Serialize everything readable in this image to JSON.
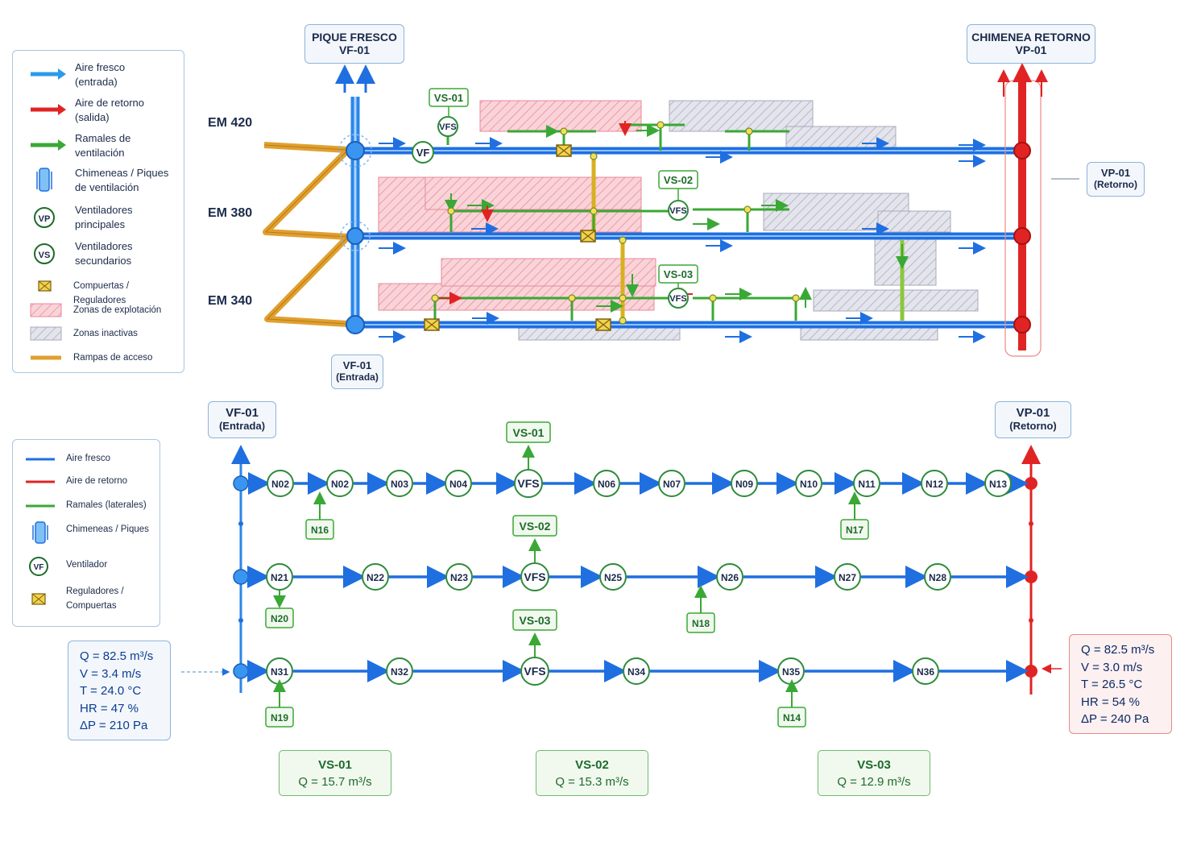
{
  "top_diagram": {
    "intake_label": {
      "line1": "PIQUE FRESCO",
      "line2": "VF-01"
    },
    "exhaust_label": {
      "line1": "CHIMENEA RETORNO",
      "line2": "VP-01"
    },
    "levels": [
      "EM 420",
      "EM 380",
      "EM 340"
    ],
    "fan_labels": {
      "vs01": "VS-01",
      "vs02": "VS-02",
      "vs03": "VS-03",
      "vfs": "VFS",
      "vf": "VF"
    },
    "vp_side": {
      "line1": "VP-01",
      "line2": "(Retorno)"
    },
    "vf_bottom": {
      "line1": "VF-01",
      "line2": "(Entrada)"
    },
    "legend": [
      {
        "icon": "arrow-blue-icon",
        "text": "Aire fresco\n(entrada)"
      },
      {
        "icon": "arrow-red-icon",
        "text": "Aire de retorno\n(salida)"
      },
      {
        "icon": "arrow-green-icon",
        "text": "Ramales de\nventilación"
      },
      {
        "icon": "shaft-icon",
        "text": "Chimeneas / Piques\nde ventilación"
      },
      {
        "icon": "vp-fan-icon",
        "icon_text": "VP",
        "text": "Ventiladores\nprincipales"
      },
      {
        "icon": "vs-fan-icon",
        "icon_text": "VS",
        "text": "Ventiladores\nsecundarios"
      },
      {
        "icon": "damper-icon",
        "text": "Compuertas / Reguladores"
      },
      {
        "icon": "exploitation-zone-icon",
        "text": "Zonas de explotación"
      },
      {
        "icon": "inactive-zone-icon",
        "text": "Zonas inactivas"
      },
      {
        "icon": "ramp-icon",
        "text": "Rampas de acceso"
      }
    ]
  },
  "network": {
    "vf_box": {
      "line1": "VF-01",
      "line2": "(Entrada)"
    },
    "vp_box": {
      "line1": "VP-01",
      "line2": "(Retorno)"
    },
    "rows": [
      {
        "nodes": [
          "N02",
          "N02",
          "N03",
          "N04",
          "VFS",
          "N06",
          "N07",
          "N09",
          "N10",
          "N11",
          "N12",
          "N13"
        ],
        "fan": "VS-01",
        "branches": [
          "N16",
          "N17"
        ]
      },
      {
        "nodes": [
          "N21",
          "N22",
          "N23",
          "VFS",
          "N25",
          "N26",
          "N27",
          "N28"
        ],
        "fan": "VS-02",
        "branches": [
          "N20",
          "N18"
        ]
      },
      {
        "nodes": [
          "N31",
          "N32",
          "VFS",
          "N34",
          "N35",
          "N36"
        ],
        "fan": "VS-03",
        "branches": [
          "N19",
          "N14"
        ]
      }
    ],
    "legend": [
      {
        "icon": "line-blue-icon",
        "text": "Aire fresco"
      },
      {
        "icon": "line-red-icon",
        "text": "Aire de retorno"
      },
      {
        "icon": "line-green-icon",
        "text": "Ramales (laterales)"
      },
      {
        "icon": "shaft-icon",
        "text": "Chimeneas / Piques"
      },
      {
        "icon": "fan-icon",
        "icon_text": "VF",
        "text": "Ventilador"
      },
      {
        "icon": "damper-icon",
        "text": "Reguladores /\nCompuertas"
      }
    ],
    "intake_stats": [
      "Q = 82.5 m³/s",
      "V = 3.4 m/s",
      "T = 24.0 °C",
      "HR = 47 %",
      "ΔP = 210 Pa"
    ],
    "exhaust_stats": [
      "Q = 82.5 m³/s",
      "V = 3.0 m/s",
      "T = 26.5 °C",
      "HR = 54 %",
      "ΔP = 240 Pa"
    ],
    "summaries": [
      {
        "title": "VS-01",
        "flow": "Q = 15.7 m³/s"
      },
      {
        "title": "VS-02",
        "flow": "Q = 15.3 m³/s"
      },
      {
        "title": "VS-03",
        "flow": "Q = 12.9 m³/s"
      }
    ]
  },
  "colors": {
    "fresh_air": "#1f6fe0",
    "return_air": "#e02424",
    "branch": "#3aa835",
    "ramp": "#e0a030",
    "exploit_zone": "#f4b6bf",
    "inactive_zone": "#c9cbd8",
    "node_stroke": "#2e8b3a"
  }
}
